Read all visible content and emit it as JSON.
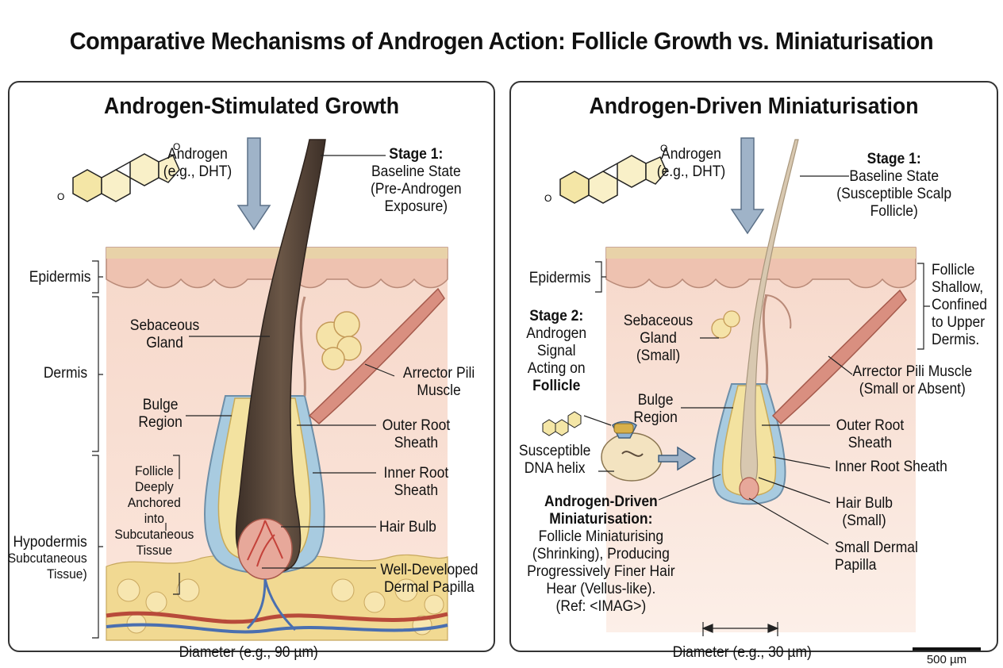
{
  "title": "Comparative Mechanisms of Androgen Action: Follicle Growth vs. Miniaturisation",
  "left": {
    "heading": "Androgen-Stimulated Growth",
    "androgen": [
      "Androgen",
      "(e.g., DHT)"
    ],
    "stage1_title": "Stage 1:",
    "stage1_text": [
      "Baseline State",
      "(Pre-Androgen",
      "Exposure)"
    ],
    "layers": {
      "epidermis": "Epidermis",
      "dermis": "Dermis",
      "hypodermis": [
        "Hypodermis",
        "Subcutaneous",
        "Tissue)"
      ]
    },
    "sebaceous": [
      "Sebaceous",
      "Gland"
    ],
    "bulge": [
      "Bulge",
      "Region"
    ],
    "arrector": [
      "Arrector Pili",
      "Muscle"
    ],
    "outer_root": [
      "Outer Root",
      "Sheath"
    ],
    "inner_root": [
      "Inner Root",
      "Sheath"
    ],
    "hair_bulb": "Hair Bulb",
    "papilla": [
      "Well-Developed",
      "Dermal Papilla"
    ],
    "anchor_note": [
      "Follicle",
      "Deeply",
      "Anchored",
      "into",
      "Subcutaneous",
      "Tissue"
    ],
    "diameter": "Diameter (e.g., 90 µm)"
  },
  "right": {
    "heading": "Androgen-Driven Miniaturisation",
    "androgen": [
      "Androgen",
      "(e.g., DHT)"
    ],
    "stage1_title": "Stage 1:",
    "stage1_text": [
      "Baseline State",
      "(Susceptible Scalp",
      "Follicle)"
    ],
    "epidermis": "Epidermis",
    "shallow_note": [
      "Follicle",
      "Shallow,",
      "Confined",
      "to Upper",
      "Dermis."
    ],
    "stage2_title": "Stage 2:",
    "stage2_text": [
      "Androgen",
      "Signal",
      "Acting on"
    ],
    "stage2_bold": "Follicle",
    "dna": [
      "Susceptible",
      "DNA helix"
    ],
    "sebaceous": [
      "Sebaceous",
      "Gland",
      "(Small)"
    ],
    "bulge": [
      "Bulge",
      "Region"
    ],
    "arrector": [
      "Arrector Pili Muscle",
      "(Small or Absent)"
    ],
    "outer_root": [
      "Outer Root",
      "Sheath"
    ],
    "inner_root": "Inner Root Sheath",
    "hair_bulb": [
      "Hair Bulb",
      "(Small)"
    ],
    "papilla": [
      "Small Dermal",
      "Papilla"
    ],
    "mini_title": [
      "Androgen-Driven",
      "Miniaturisation:"
    ],
    "mini_text": [
      "Follicle Miniaturising",
      "(Shrinking), Producing",
      "Progressively Finer Hair",
      "Hear (Vellus-like).",
      "(Ref: <IMAG>)"
    ],
    "diameter": "Diameter (e.g., 30 µm)"
  },
  "scale_bar": "500 µm",
  "colors": {
    "hair_dark": "#4a3a30",
    "hair_fine": "#d8c8b0",
    "dermis": "#f6d6c8",
    "epidermis": "#f0c8b6",
    "fat": "#f2dc9a",
    "outer_sheath": "#9cc4dc",
    "inner_sheath": "#f3e2a0",
    "arrow": "#9fb3c8"
  }
}
